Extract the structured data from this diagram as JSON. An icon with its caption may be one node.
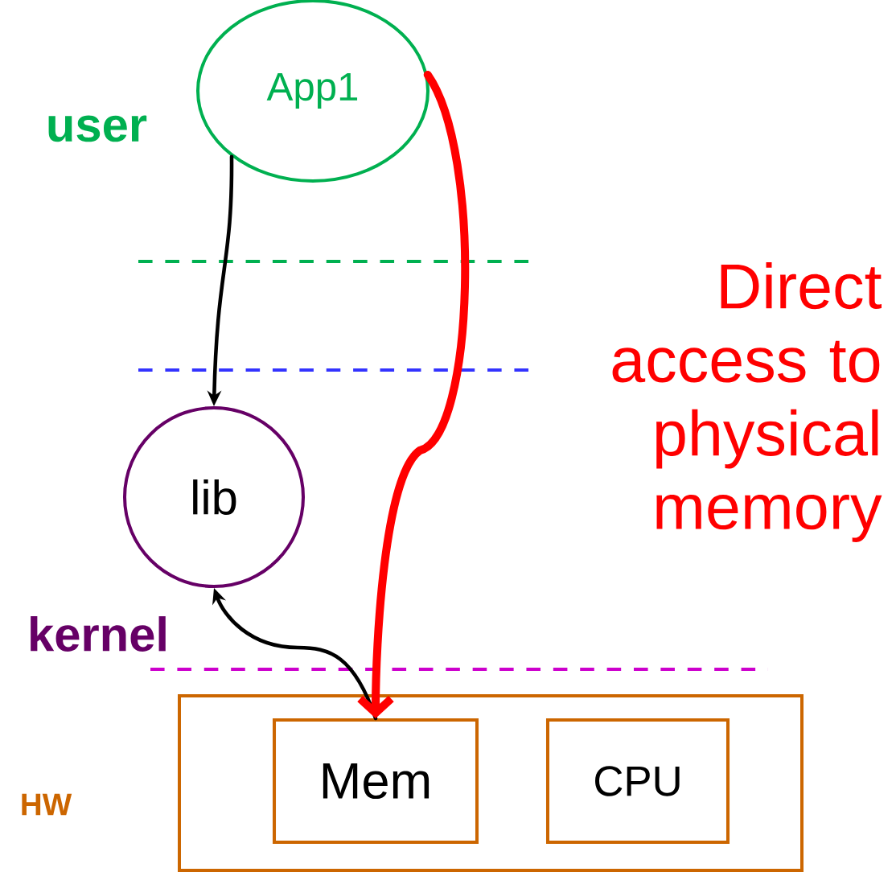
{
  "diagram": {
    "nodes": [
      {
        "text": [
          "App1"
        ]
      },
      {
        "text": [
          "lib"
        ]
      },
      {
        "text": [],
        "shape": "box"
      },
      {
        "text": [
          "Mem"
        ],
        "in": 2
      },
      {
        "text": [
          "CPU"
        ],
        "in": 2
      }
    ],
    "edges": [
      {
        "from": 0,
        "to": 1,
        "arrow": "to"
      },
      {
        "from": 3,
        "to": 1,
        "arrow": "to"
      },
      {
        "from": 0,
        "to": 3,
        "arrow": "to",
        "style": "thick",
        "color": "#ff0000"
      }
    ],
    "labels": [
      "user",
      "Direct access to physical memory",
      "kernel",
      "HW"
    ]
  }
}
